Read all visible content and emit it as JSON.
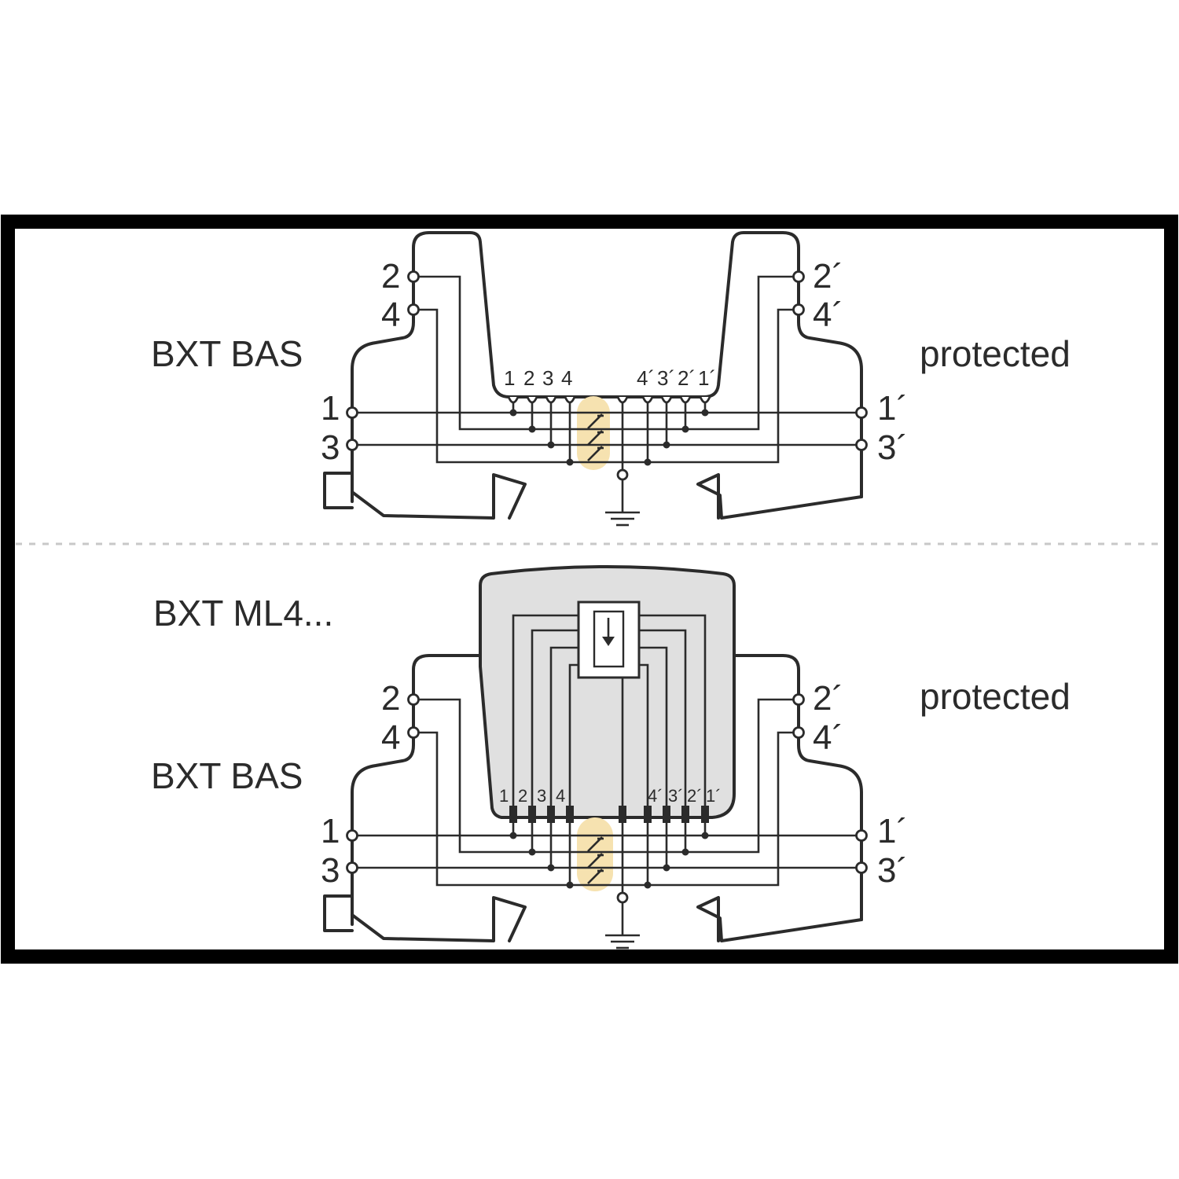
{
  "top_panel": {
    "device_label": "BXT BAS",
    "protected_label": "protected",
    "left_terminals": [
      "2",
      "4",
      "1",
      "3"
    ],
    "right_terminals": [
      "2´",
      "4´",
      "1´",
      "3´"
    ],
    "pins_left": [
      "1",
      "2",
      "3",
      "4"
    ],
    "pins_right": [
      "4´",
      "3´",
      "2´",
      "1´"
    ]
  },
  "bottom_panel": {
    "module_label": "BXT ML4...",
    "device_label": "BXT BAS",
    "protected_label": "protected",
    "left_terminals": [
      "2",
      "4",
      "1",
      "3"
    ],
    "right_terminals": [
      "2´",
      "4´",
      "1´",
      "3´"
    ],
    "pins_left": [
      "1",
      "2",
      "3",
      "4"
    ],
    "pins_right": [
      "4´",
      "3´",
      "2´",
      "1´"
    ]
  },
  "colors": {
    "frame": "#000000",
    "line": "#2b2b2b",
    "highlight": "#f6e2b0",
    "module_fill": "#e0e0e0",
    "divider": "#c8c8c8"
  }
}
